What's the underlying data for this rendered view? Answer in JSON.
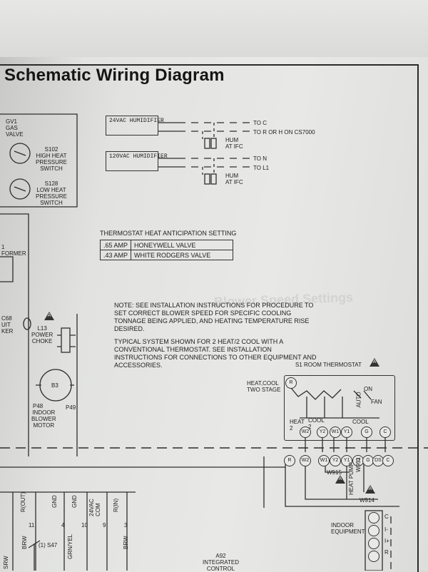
{
  "title": "Schematic Wiring Diagram",
  "left_components": {
    "gas_valve": "GV1\nGAS\nVALVE",
    "s102": "S102\nHIGH HEAT\nPRESSURE\nSWITCH",
    "s128": "S128\nLOW HEAT\nPRESSURE\nSWITCH",
    "transformer": "1\nFORMER",
    "breaker": "C68\nUIT\nKER",
    "l13": "L13\nPOWER\nCHOKE",
    "b3": "B3",
    "p48": "P48",
    "p49": "P49",
    "blower": "INDOOR\nBLOWER\nMOTOR"
  },
  "humidifiers": {
    "h24_label": "24VAC\nHUMIDIFIER",
    "h24_to_c": "TO C",
    "h24_to_r": "TO R OR H ON CS7000",
    "hum_ifc_1": "HUM\nAT IFC",
    "h120_label": "120VAC\nHUMIDIFIER",
    "h120_to_n": "TO N",
    "h120_to_l1": "TO L1",
    "hum_ifc_2": "HUM\nAT IFC"
  },
  "anticipation": {
    "heading": "THERMOSTAT HEAT ANTICIPATION SETTING",
    "rows": [
      {
        "amp": ".65 AMP",
        "valve": "HONEYWELL VALVE"
      },
      {
        "amp": ".43 AMP",
        "valve": "WHITE RODGERS VALVE"
      }
    ]
  },
  "notes": {
    "note1": "NOTE: SEE INSTALLATION INSTRUCTIONS FOR PROCEDURE TO SET CORRECT BLOWER SPEED FOR SPECIFIC COOLING TONNAGE BEING APPLIED, AND HEATING TEMPERATURE RISE DESIRED.",
    "note2": "TYPICAL SYSTEM SHOWN FOR 2 HEAT/2 COOL WITH A CONVENTIONAL THERMOSTAT. SEE INSTALLATION INSTRUCTIONS FOR CONNECTIONS TO OTHER EQUIPMENT AND ACCESSORIES."
  },
  "thermostat": {
    "title": "S1 ROOM THERMOSTAT",
    "subtitle": "HEAT,COOL\nTWO STAGE",
    "on": "ON",
    "auto": "AUTO",
    "fan": "FAN",
    "heat2": "HEAT\n2",
    "cool2": "COOL\n2",
    "cool": "COOL",
    "top_terms": [
      "W2",
      "Y2",
      "W1",
      "Y1",
      "G",
      "C"
    ],
    "r_term": "R"
  },
  "ifc_terminals": [
    "R",
    "W2",
    "W1",
    "Y2",
    "Y1",
    "O",
    "G",
    "DS",
    "C"
  ],
  "jumpers": {
    "w915": "W915",
    "w951": "W951",
    "w914": "W914",
    "heat_pump": "HEAT PUMP"
  },
  "bottom": {
    "pins": [
      "11",
      "4",
      "10",
      "9",
      "3"
    ],
    "wire_labels": [
      "R(OUT)",
      "GND",
      "GND",
      "24VAC\nCOM",
      "R(IN)"
    ],
    "colors": [
      "BRW",
      "GRN/YEL",
      "BRW"
    ],
    "s47": "(1) S47",
    "indoor_equipment": "INDOOR\nEQUIPMENT",
    "ie_terms": [
      "C",
      "I-",
      "I+",
      "R"
    ],
    "a92": "A92\nINTEGRATED\nCONTROL",
    "srw": "SRW"
  },
  "warning_marks": [
    "A",
    "A",
    "A",
    "A"
  ]
}
